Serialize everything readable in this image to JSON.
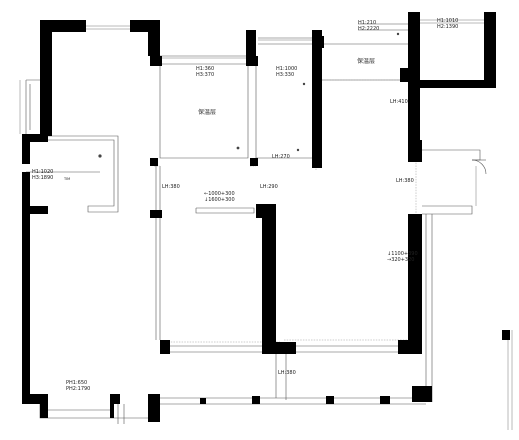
{
  "plan": {
    "labels": {
      "top_beam": "H1:210\nH2:2220",
      "top_right": "H1:1010\nH2:1390",
      "room_a_dims": "H1:360\nH3:370",
      "room_b_dims": "H1:1000\nH3:330",
      "left_room": "H1:1020\nH3:1890",
      "tiny_note": "TIM",
      "room_a_name": "保温层",
      "room_top_name": "保温层",
      "lh_410": "LH:410",
      "lh_270": "LH:270",
      "lh_380_left": "LH:380",
      "lh_290": "LH:290",
      "lh_380_right": "LH:380",
      "mid_dims": "←1000+300\n↓1600+300",
      "right_dims": "↓1100+390\n→320+320",
      "bottom_lh": "LH:380",
      "bottom_left": "PH1:650\nPH2:1790"
    }
  }
}
